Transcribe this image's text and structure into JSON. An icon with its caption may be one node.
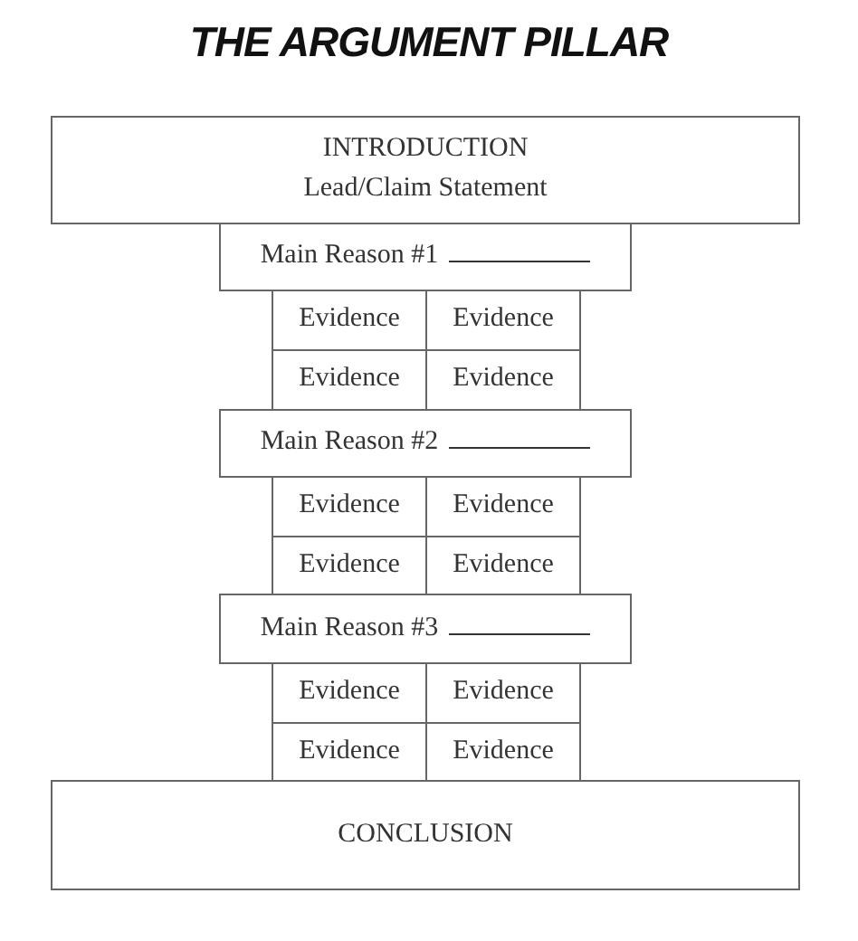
{
  "diagram": {
    "title": "THE ARGUMENT PILLAR",
    "nodes": [
      {
        "text": [
          "INTRODUCTION",
          "Lead/Claim Statement"
        ]
      },
      {
        "text": [
          "Main Reason #1"
        ]
      },
      {
        "text": [
          "Evidence"
        ]
      },
      {
        "text": [
          "Evidence"
        ]
      },
      {
        "text": [
          "Evidence"
        ]
      },
      {
        "text": [
          "Evidence"
        ]
      },
      {
        "text": [
          "Main Reason #2"
        ]
      },
      {
        "text": [
          "Evidence"
        ]
      },
      {
        "text": [
          "Evidence"
        ]
      },
      {
        "text": [
          "Evidence"
        ]
      },
      {
        "text": [
          "Evidence"
        ]
      },
      {
        "text": [
          "Main Reason #3"
        ]
      },
      {
        "text": [
          "Evidence"
        ]
      },
      {
        "text": [
          "Evidence"
        ]
      },
      {
        "text": [
          "Evidence"
        ]
      },
      {
        "text": [
          "Evidence"
        ]
      },
      {
        "text": [
          "CONCLUSION"
        ]
      }
    ]
  }
}
